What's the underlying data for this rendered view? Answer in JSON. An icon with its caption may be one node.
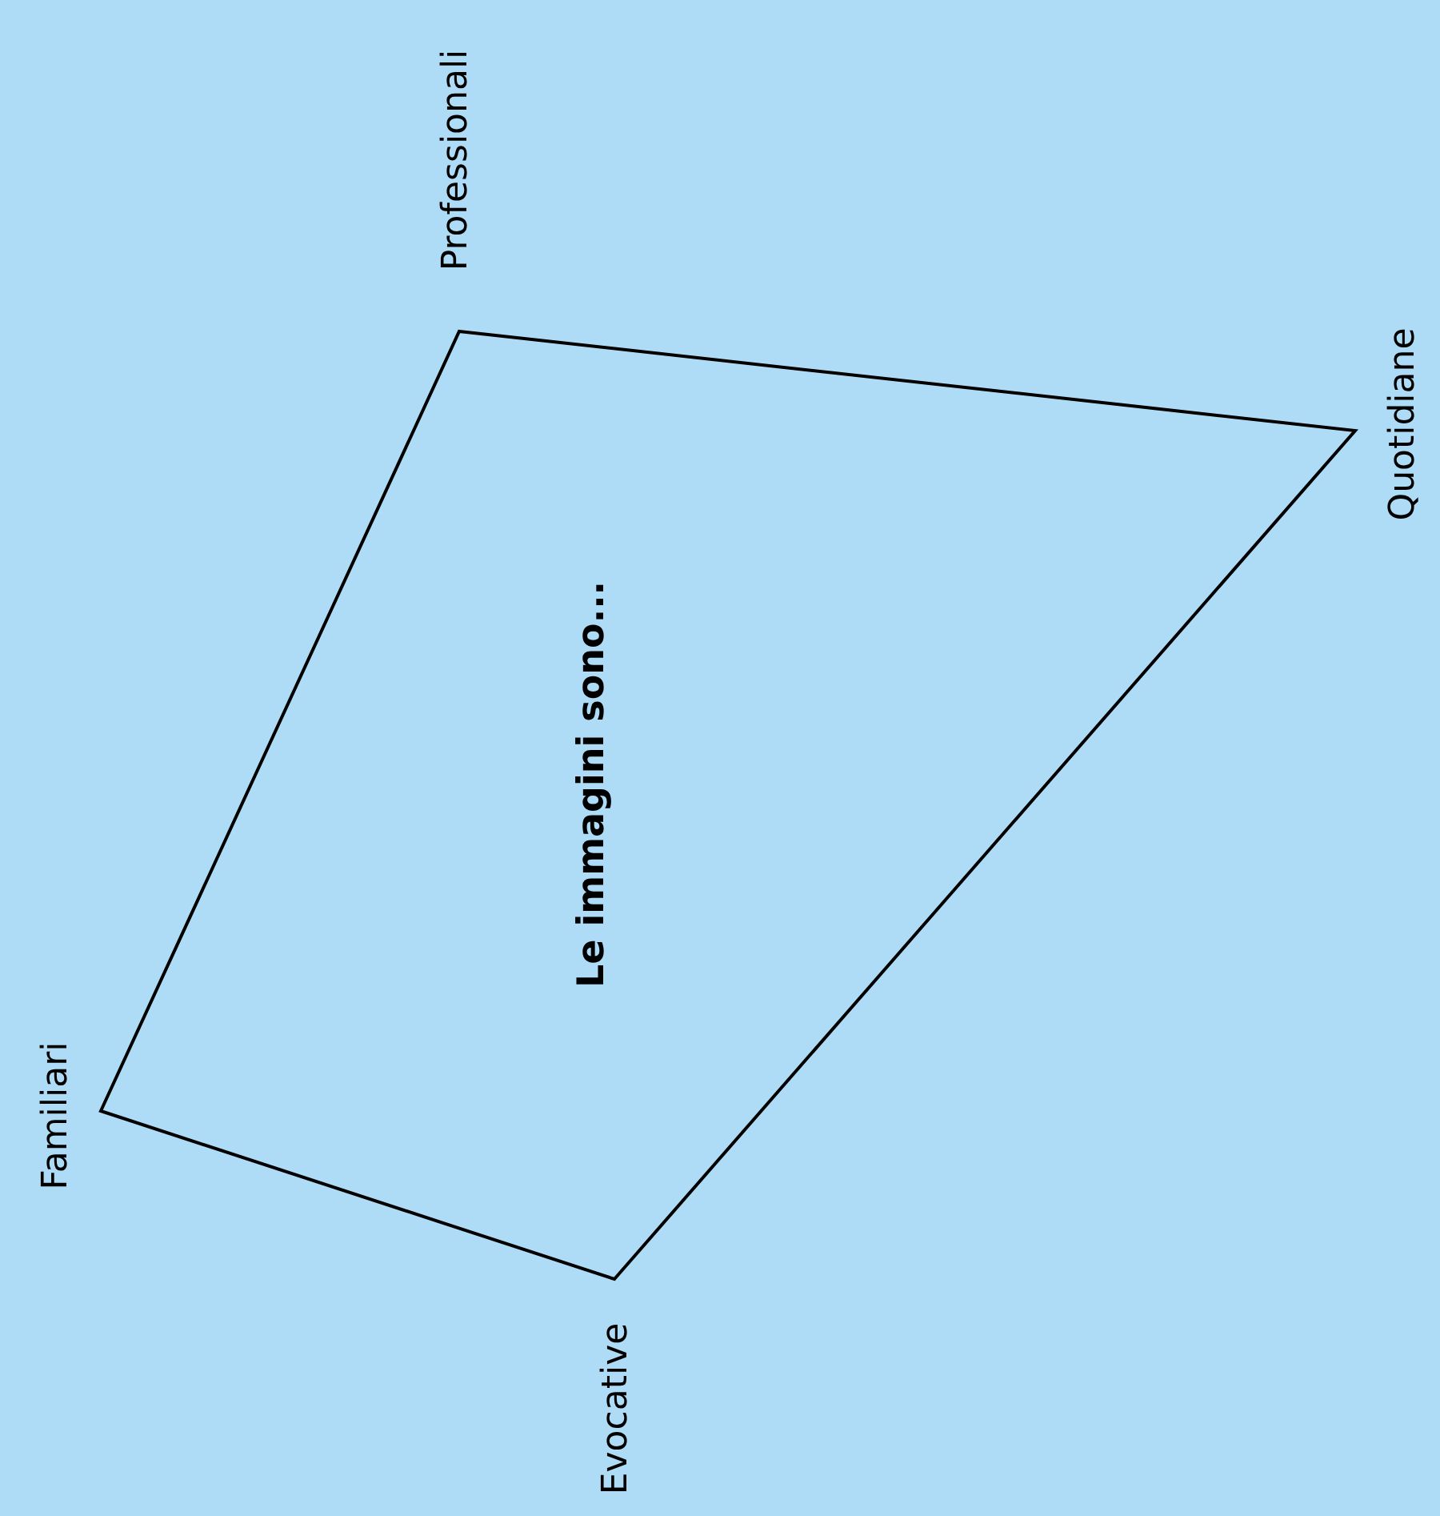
{
  "diagram": {
    "nodes": [
      {
        "text": [
          "Le immagini sono..."
        ]
      }
    ],
    "labels": [
      "Professionali",
      "Quotidiane",
      "Familiari",
      "Evocative"
    ]
  }
}
